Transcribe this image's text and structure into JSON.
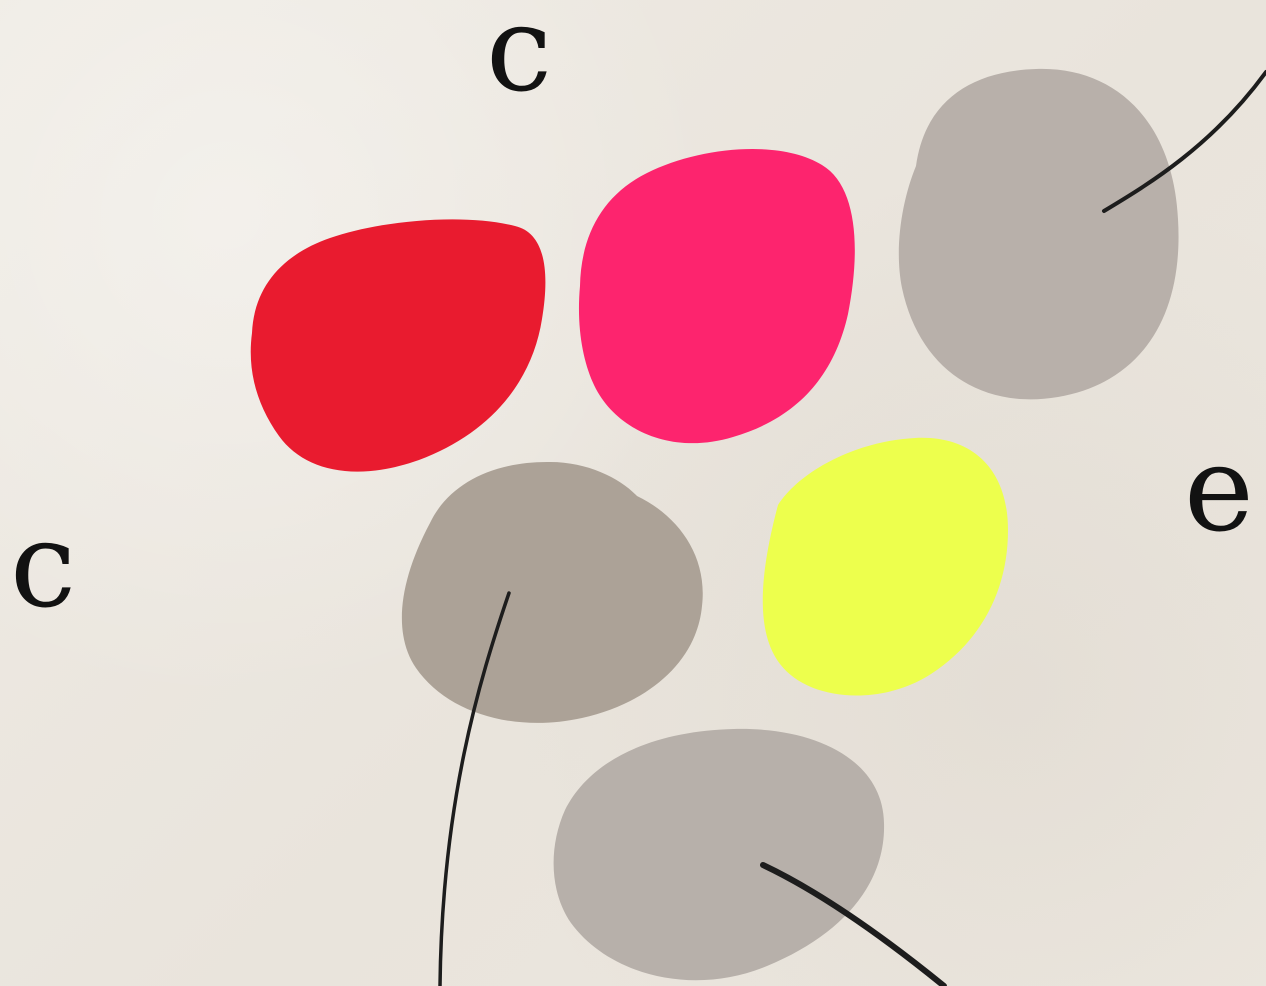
{
  "labels": {
    "top_c": "c",
    "left_c": "c",
    "right_e": "e"
  },
  "blobs": {
    "red": "#e91b2f",
    "pink": "#fd246e",
    "gray_top_right": "#b8b0aa",
    "gray_left": "#aca297",
    "yellow": "#edff4d",
    "gray_bottom": "#b7b0aa"
  },
  "line_color": "#1d1d1d"
}
